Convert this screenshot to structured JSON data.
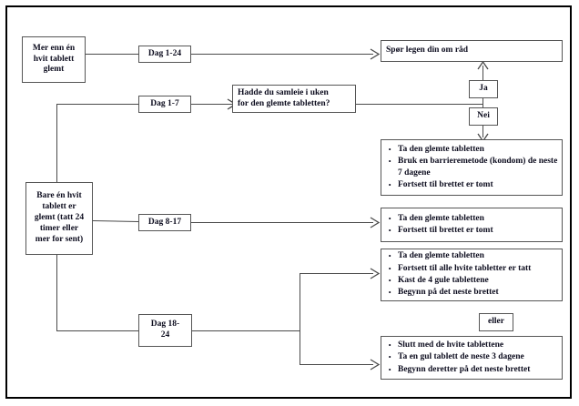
{
  "diagram": {
    "title": "Glemt tablett flytskjema",
    "language": "no",
    "border_color": "#000000",
    "box_border_color": "#555555",
    "line_color": "#4a4a4a",
    "background": "#ffffff"
  },
  "nodes": {
    "start_multiple": {
      "label": "Mer enn én hvit tablett glemt",
      "lines": [
        "Mer enn én",
        "hvit tablett",
        "glemt"
      ]
    },
    "start_single": {
      "label": "Bare én hvit tablett er glemt (tatt 24 timer eller mer for sent)",
      "lines": [
        "Bare én hvit",
        "tablett er",
        "glemt (tatt 24",
        "timer eller",
        "mer for sent)"
      ]
    },
    "question_intercourse": {
      "label": "Hadde du samleie i uken for den glemte tabletten?",
      "lines": [
        "Hadde du samleie i uken",
        "for den glemte tabletten?"
      ]
    },
    "ask_doctor": {
      "label": "Spør legen din om råd"
    },
    "answer_yes": {
      "label": "Ja"
    },
    "answer_no": {
      "label": "Nei"
    },
    "or_connector": {
      "label": "eller"
    }
  },
  "edge_labels": {
    "dag_1_24": {
      "label": "Dag 1-24",
      "lines": [
        "Dag 1-24"
      ]
    },
    "dag_1_7": {
      "label": "Dag 1-7",
      "lines": [
        "Dag 1-7"
      ]
    },
    "dag_8_17": {
      "label": "Dag 8-17",
      "lines": [
        "Dag 8-17"
      ]
    },
    "dag_18_24": {
      "label": "Dag 18-24",
      "lines": [
        "Dag 18-",
        "24"
      ]
    }
  },
  "outcomes": {
    "no_intercourse": {
      "items": [
        "Ta den glemte tabletten",
        "Bruk en barrieremetode (kondom) de neste 7 dagene",
        "Fortsett til brettet er tomt"
      ]
    },
    "day_8_17": {
      "items": [
        "Ta den glemte tabletten",
        "Fortsett til brettet er tomt"
      ]
    },
    "day_18_24_option_a": {
      "items": [
        "Ta den glemte tabletten",
        "Fortsett til alle hvite tabletter er tatt",
        "Kast de 4 gule tablettene",
        "Begynn på det neste brettet"
      ]
    },
    "day_18_24_option_b": {
      "items": [
        "Slutt med de hvite tablettene",
        "Ta en gul tablett de neste 3 dagene",
        "Begynn deretter på det neste brettet"
      ]
    }
  }
}
